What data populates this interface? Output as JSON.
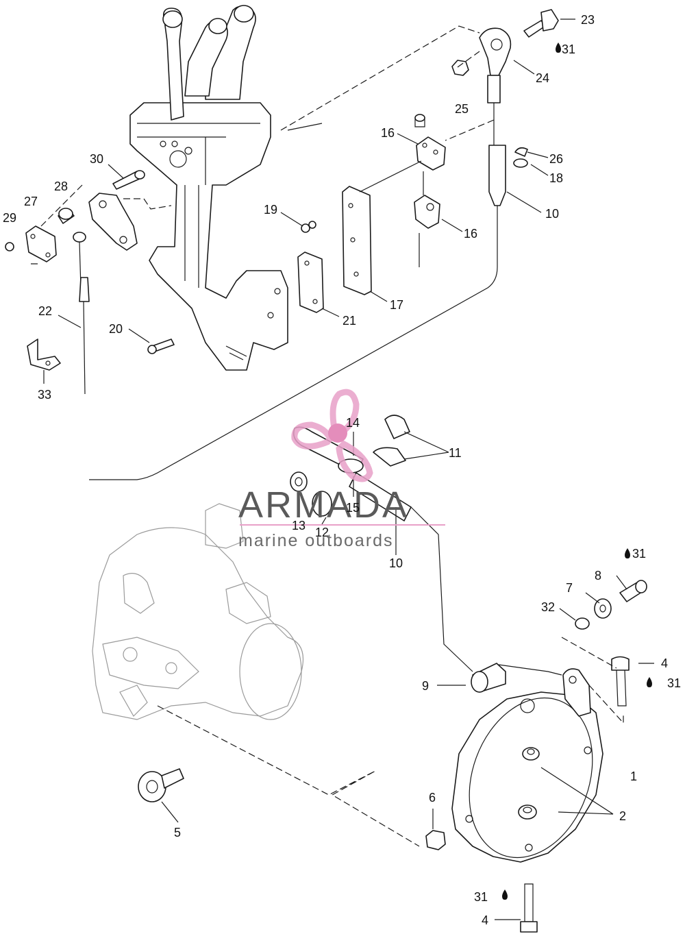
{
  "diagram": {
    "callouts": {
      "c1": "1",
      "c2": "2",
      "c4a": "4",
      "c4b": "4",
      "c5": "5",
      "c6": "6",
      "c7": "7",
      "c8": "8",
      "c9": "9",
      "c10a": "10",
      "c10b": "10",
      "c11": "11",
      "c12": "12",
      "c13": "13",
      "c14": "14",
      "c15": "15",
      "c16a": "16",
      "c16b": "16",
      "c17": "17",
      "c18": "18",
      "c19": "19",
      "c20": "20",
      "c21": "21",
      "c22": "22",
      "c23": "23",
      "c24": "24",
      "c25": "25",
      "c26": "26",
      "c27": "27",
      "c28": "28",
      "c29": "29",
      "c30": "30",
      "c31a": "31",
      "c31b": "31",
      "c31c": "31",
      "c31d": "31",
      "c32": "32",
      "c33": "33"
    },
    "icons": {
      "drop": "oil-drop-icon",
      "logo": "propeller-logo-icon"
    }
  },
  "watermark": {
    "brand": "ARMADA",
    "tagline": "marine outboards",
    "colors": {
      "logo": "#e8a0c8",
      "logo_center": "#e07ab0",
      "rule": "#e8a0c8",
      "text": "#5a5a5a"
    }
  }
}
